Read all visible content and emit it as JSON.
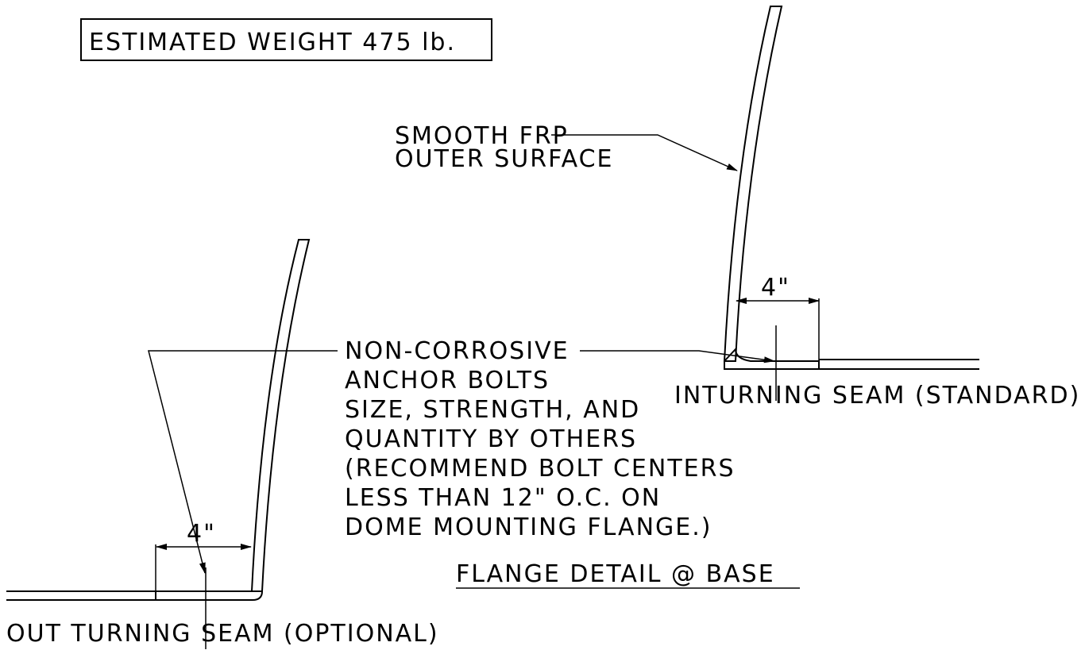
{
  "weight_box": {
    "text": "ESTIMATED WEIGHT 475 lb."
  },
  "labels": {
    "smooth_frp_line1": "SMOOTH FRP",
    "smooth_frp_line2": "OUTER SURFACE",
    "anchor_note": [
      "NON-CORROSIVE",
      "ANCHOR BOLTS",
      "SIZE, STRENGTH, AND",
      "QUANTITY BY OTHERS",
      "(RECOMMEND BOLT CENTERS",
      "LESS THAN 12\" O.C. ON",
      "DOME MOUNTING FLANGE.)"
    ],
    "inturning_seam": "INTURNING SEAM (STANDARD)",
    "outturning_seam": "OUT TURNING SEAM (OPTIONAL)",
    "flange_detail_title": "FLANGE DETAIL @ BASE",
    "dim_right": "4\"",
    "dim_left": "4\""
  }
}
